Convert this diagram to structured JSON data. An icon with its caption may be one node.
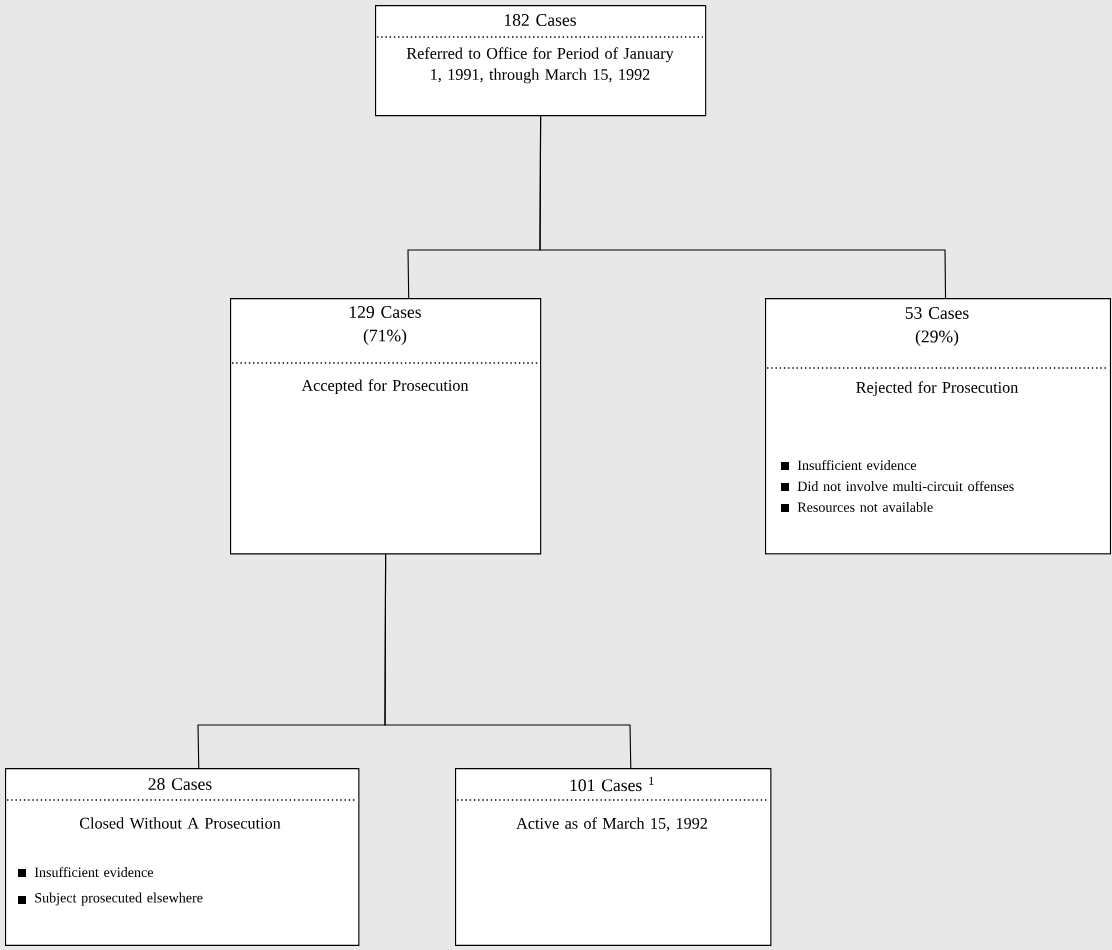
{
  "diagram": {
    "nodes": [
      {
        "text": [
          "182 Cases",
          "Referred to Office for Period of January 1, 1991, through March 15, 1992"
        ]
      },
      {
        "text": [
          "129 Cases",
          "(71%)",
          "Accepted for Prosecution"
        ]
      },
      {
        "text": [
          "53 Cases",
          "(29%)",
          "Rejected for Prosecution",
          "Insufficient evidence",
          "Did not involve multi-circuit offenses",
          "Resources not available"
        ]
      },
      {
        "text": [
          "28 Cases",
          "Closed Without A Prosecution",
          "Insufficient evidence",
          "Subject prosecuted elsewhere"
        ]
      },
      {
        "text": [
          "101 Cases $^{1}$",
          "Active as of March 15, 1992"
        ]
      }
    ],
    "edges": [
      {
        "from": 0,
        "to": 1,
        "arrow": "none"
      },
      {
        "from": 0,
        "to": 2,
        "arrow": "none"
      },
      {
        "from": 1,
        "to": 3,
        "arrow": "none"
      },
      {
        "from": 1,
        "to": 4,
        "arrow": "none"
      }
    ]
  }
}
